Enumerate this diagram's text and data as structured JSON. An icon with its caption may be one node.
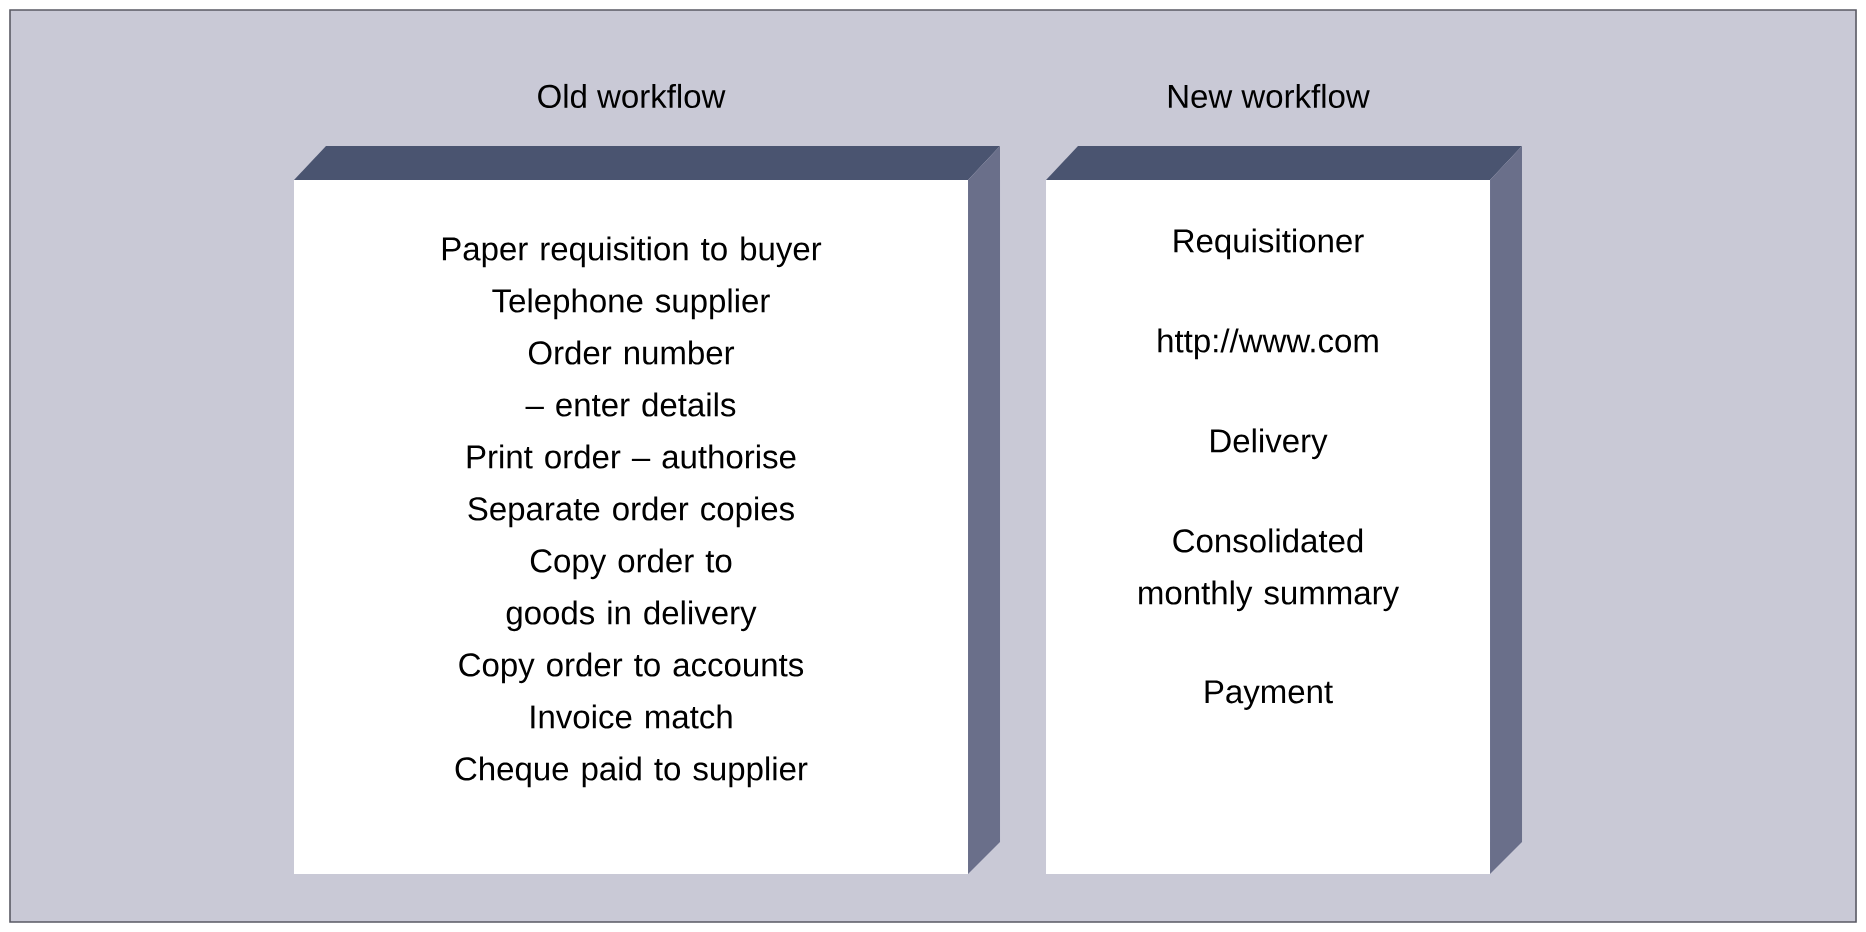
{
  "diagram": {
    "nodes": [
      {
        "text": [
          "Old workflow",
          "Paper requisition to buyer",
          "Telephone supplier",
          "Order number – enter details",
          "Print order – authorise",
          "Separate order copies",
          "Copy order to goods in delivery",
          "Copy order to accounts",
          "Invoice match",
          "Cheque paid to supplier"
        ]
      },
      {
        "text": [
          "New workflow",
          "Requisitioner",
          "http://www.com",
          "Delivery",
          "Consolidated monthly summary",
          "Payment"
        ]
      }
    ]
  }
}
